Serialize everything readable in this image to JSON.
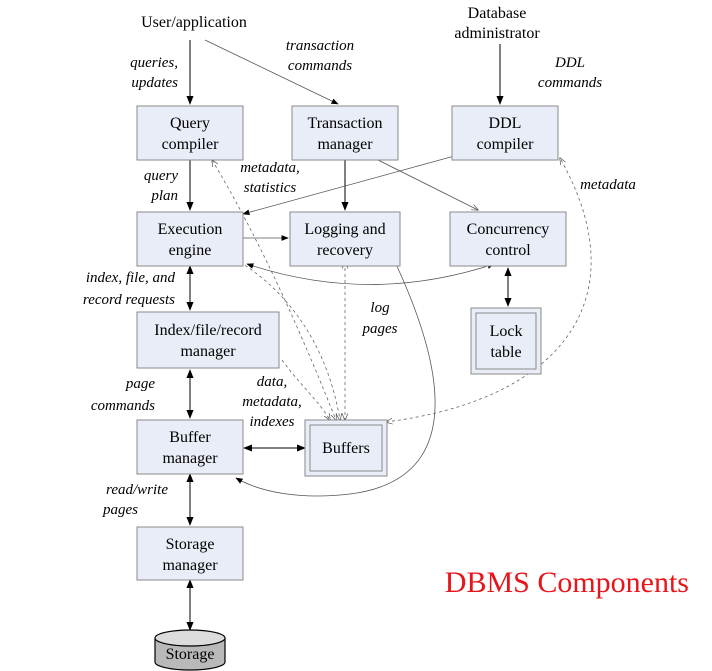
{
  "title": "DBMS Components",
  "colors": {
    "title": "#e8141b",
    "box_fill": "#e8edf7",
    "box_stroke": "#8a8a8a"
  },
  "actors": {
    "user": "User/application",
    "dba_line1": "Database",
    "dba_line2": "administrator"
  },
  "components": {
    "query_compiler": [
      "Query",
      "compiler"
    ],
    "transaction_manager": [
      "Transaction",
      "manager"
    ],
    "ddl_compiler": [
      "DDL",
      "compiler"
    ],
    "execution_engine": [
      "Execution",
      "engine"
    ],
    "logging_recovery": [
      "Logging and",
      "recovery"
    ],
    "concurrency_control": [
      "Concurrency",
      "control"
    ],
    "index_manager": [
      "Index/file/record",
      "manager"
    ],
    "lock_table": [
      "Lock",
      "table"
    ],
    "buffer_manager": [
      "Buffer",
      "manager"
    ],
    "buffers": "Buffers",
    "storage_manager": [
      "Storage",
      "manager"
    ],
    "storage": "Storage"
  },
  "edge_labels": {
    "queries_updates": [
      "queries,",
      "updates"
    ],
    "transaction_commands": [
      "transaction",
      "commands"
    ],
    "ddl_commands": [
      "DDL",
      "commands"
    ],
    "query_plan": [
      "query",
      "plan"
    ],
    "metadata_statistics": [
      "metadata,",
      "statistics"
    ],
    "metadata": "metadata",
    "index_requests": [
      "index, file, and",
      "record requests"
    ],
    "log_pages": [
      "log",
      "pages"
    ],
    "data_metadata_indexes": [
      "data,",
      "metadata,",
      "indexes"
    ],
    "page_commands": [
      "page",
      "commands"
    ],
    "read_write_pages": [
      "read/write",
      "pages"
    ]
  }
}
